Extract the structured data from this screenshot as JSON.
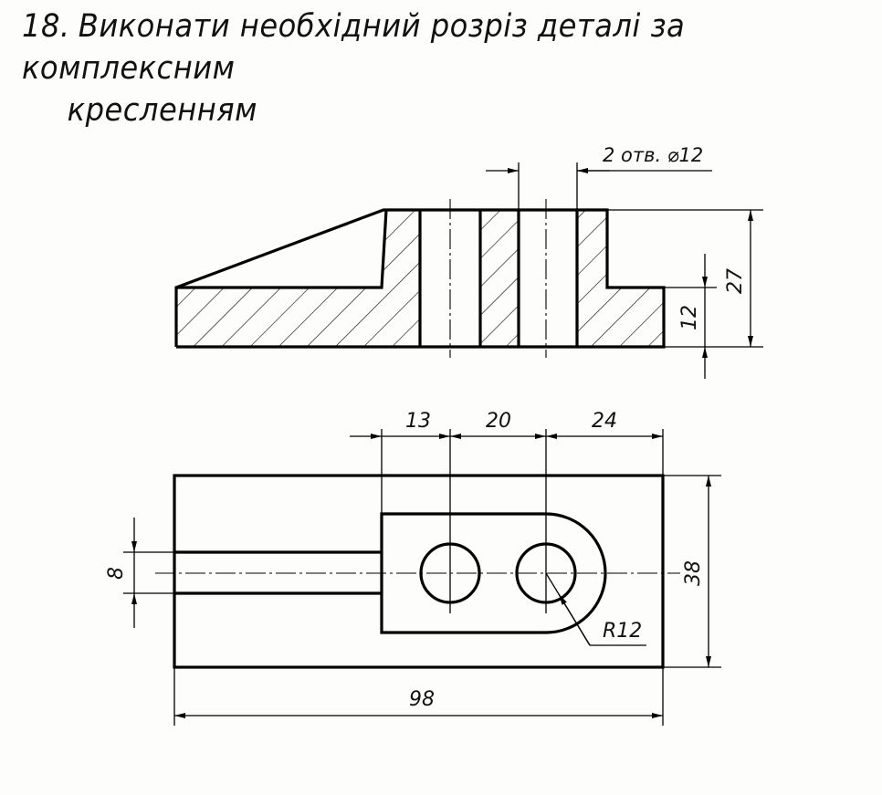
{
  "task": {
    "number": "18.",
    "title_line1": "Виконати необхідний розріз деталі за комплексним",
    "title_line2": "кресленням"
  },
  "front_view": {
    "holes_note": "2 отв. ⌀12",
    "dim_total_height": "27",
    "dim_base_height": "12"
  },
  "top_view": {
    "dim_13": "13",
    "dim_20": "20",
    "dim_24": "24",
    "dim_slot_width": "8",
    "dim_width": "38",
    "dim_length": "98",
    "dim_radius": "R12"
  },
  "colors": {
    "ink": "#000000",
    "paper": "#fdfdfb"
  }
}
